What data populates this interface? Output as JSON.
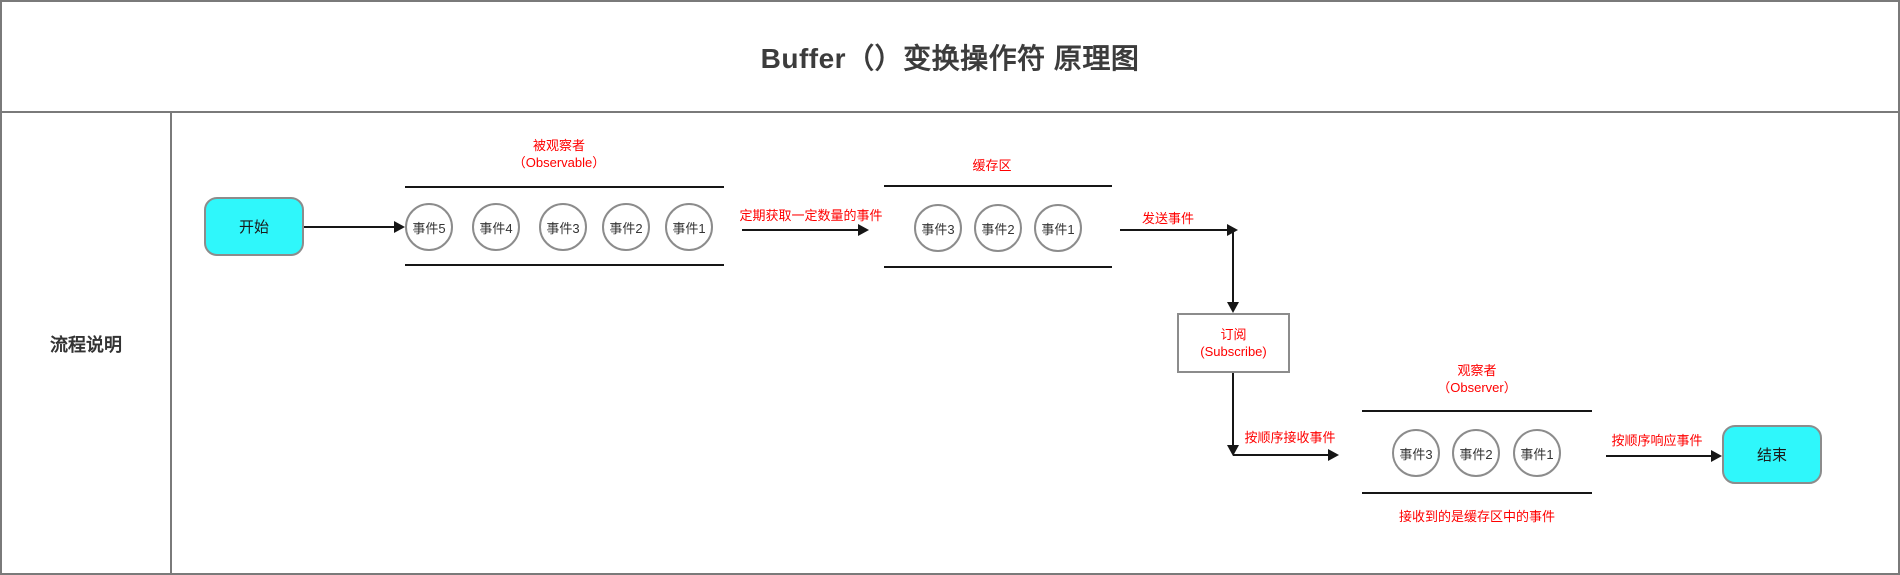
{
  "title": "Buffer（）变换操作符 原理图",
  "sidebar": {
    "label": "流程说明"
  },
  "nodes": {
    "start": "开始",
    "end": "结束",
    "subscribe": {
      "line1": "订阅",
      "line2": "(Subscribe)"
    }
  },
  "groups": {
    "observable": {
      "label_line1": "被观察者",
      "label_line2": "（Observable）",
      "events": [
        "事件5",
        "事件4",
        "事件3",
        "事件2",
        "事件1"
      ]
    },
    "buffer": {
      "label": "缓存区",
      "events": [
        "事件3",
        "事件2",
        "事件1"
      ]
    },
    "observer": {
      "label_line1": "观察者",
      "label_line2": "（Observer）",
      "events": [
        "事件3",
        "事件2",
        "事件1"
      ],
      "note": "接收到的是缓存区中的事件"
    }
  },
  "edges": {
    "fetch": "定期获取一定数量的事件",
    "send": "发送事件",
    "receive": "按顺序接收事件",
    "respond": "按顺序响应事件"
  },
  "colors": {
    "node_fill_cyan": "#2ff7fb",
    "label_red": "#ff0000",
    "frame_gray": "#7a7a7a",
    "line_black": "#161616"
  }
}
